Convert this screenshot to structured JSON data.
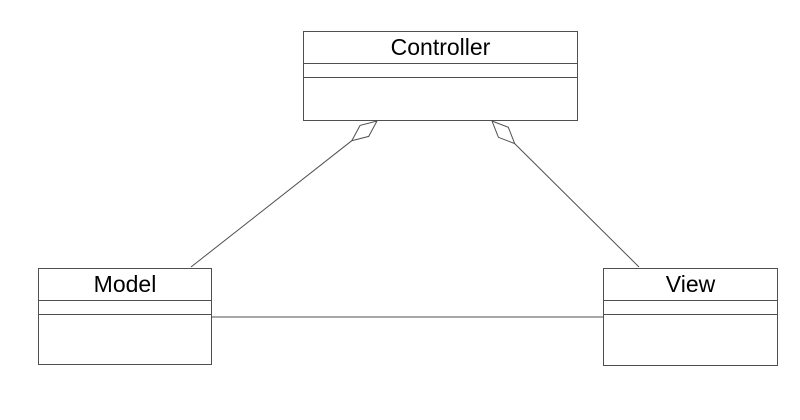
{
  "diagram": {
    "type": "uml-class-diagram",
    "background_color": "#ffffff",
    "stroke_color": "#4f4f4f",
    "text_color": "#000000",
    "node_fill_color": "#ffffff",
    "nodes": {
      "controller": {
        "label": "Controller",
        "attributes": [],
        "operations": []
      },
      "model": {
        "label": "Model",
        "attributes": [],
        "operations": []
      },
      "view": {
        "label": "View",
        "attributes": [],
        "operations": []
      }
    },
    "edges": [
      {
        "from": "Controller",
        "to": "Model",
        "type": "aggregation",
        "diamond_end": "Controller"
      },
      {
        "from": "Controller",
        "to": "View",
        "type": "aggregation",
        "diamond_end": "Controller"
      },
      {
        "from": "Model",
        "to": "View",
        "type": "association"
      }
    ]
  }
}
